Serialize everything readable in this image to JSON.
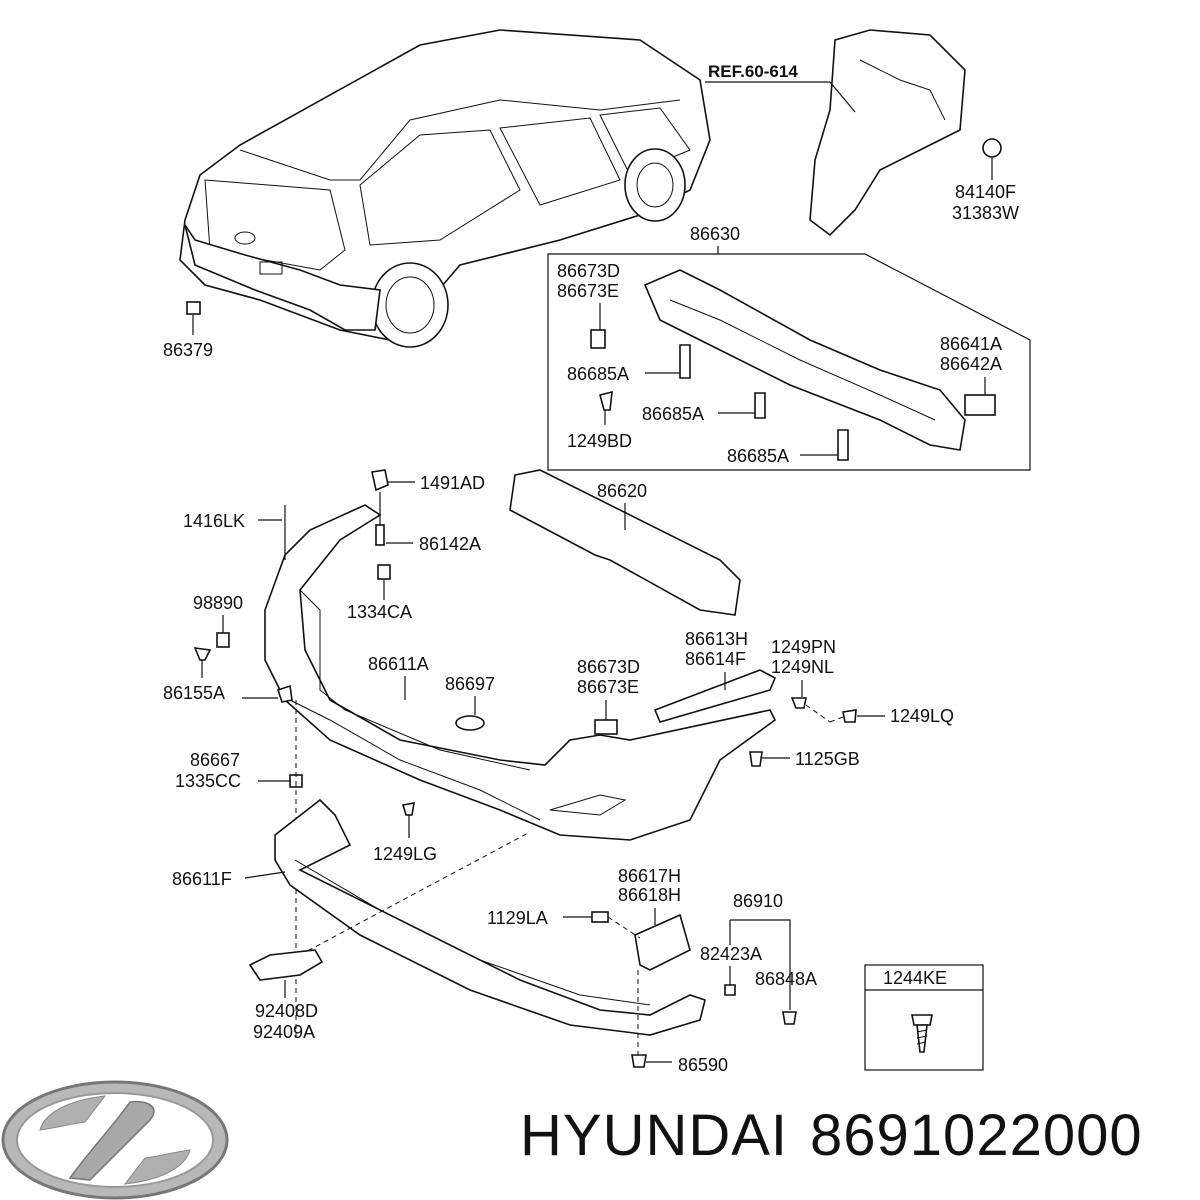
{
  "labels": {
    "ref": "REF.60-614",
    "p84140f": "84140F",
    "p31383w": "31383W",
    "p86630": "86630",
    "p86673d_top": "86673D",
    "p86673e_top": "86673E",
    "p86641a": "86641A",
    "p86642a": "86642A",
    "p86685a_1": "86685A",
    "p86685a_2": "86685A",
    "p86685a_3": "86685A",
    "p1249bd": "1249BD",
    "p86379": "86379",
    "p1491ad": "1491AD",
    "p86620": "86620",
    "p1416lk": "1416LK",
    "p86142a": "86142A",
    "p98890": "98890",
    "p1334ca": "1334CA",
    "p86155a": "86155A",
    "p86611a": "86611A",
    "p86697": "86697",
    "p86673d_mid": "86673D",
    "p86673e_mid": "86673E",
    "p86613h": "86613H",
    "p86614f": "86614F",
    "p1249pn": "1249PN",
    "p1249nl": "1249NL",
    "p1249lq": "1249LQ",
    "p86667": "86667",
    "p1335cc": "1335CC",
    "p1125gb": "1125GB",
    "p1249lg": "1249LG",
    "p86611f": "86611F",
    "p86617h": "86617H",
    "p86618h": "86618H",
    "p86910": "86910",
    "p1129la": "1129LA",
    "p82423a": "82423A",
    "p86848a": "86848A",
    "p1244ke": "1244KE",
    "p92408d": "92408D",
    "p92409a": "92409A",
    "p86590": "86590"
  },
  "brand": {
    "name": "HYUNDAI",
    "part_number": "8691022000"
  },
  "icons": {
    "logo": "hyundai-logo-icon"
  }
}
